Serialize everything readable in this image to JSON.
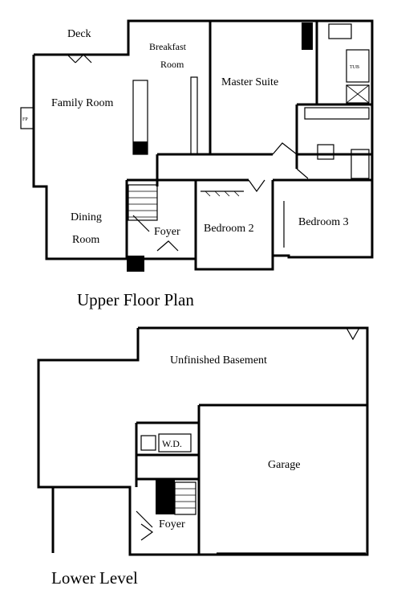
{
  "upper_floor": {
    "caption": "Upper Floor Plan",
    "rooms": {
      "deck": "Deck",
      "breakfast_line1": "Breakfast",
      "breakfast_line2": "Room",
      "family_room": "Family Room",
      "master_suite": "Master Suite",
      "dining_line1": "Dining",
      "dining_line2": "Room",
      "foyer": "Foyer",
      "bedroom_2": "Bedroom 2",
      "bedroom_3": "Bedroom 3"
    },
    "fixture_labels": {
      "fireplace": "FP",
      "tub": "TUB"
    }
  },
  "lower_level": {
    "caption": "Lower Level",
    "rooms": {
      "unfinished_basement": "Unfinished Basement",
      "garage": "Garage",
      "foyer": "Foyer",
      "washer_dryer": "W.D."
    }
  }
}
